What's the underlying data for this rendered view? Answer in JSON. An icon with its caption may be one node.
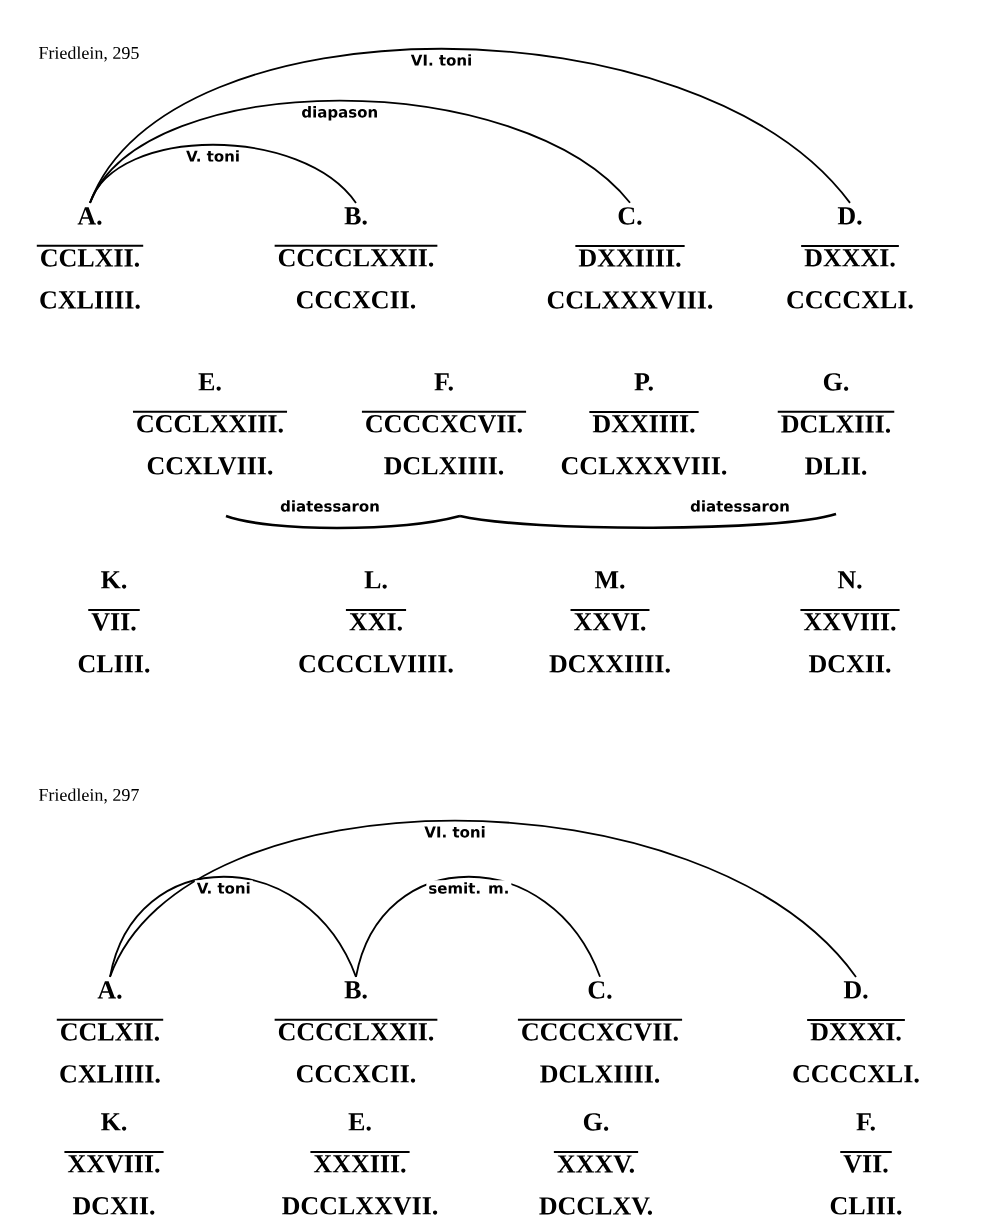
{
  "diagram": {
    "nodes": [
      {
        "text": [
          "A.",
          "CCLXII.",
          "CXLIIII."
        ]
      },
      {
        "text": [
          "B.",
          "CCCCLXXII.",
          "CCCXCII."
        ]
      },
      {
        "text": [
          "C.",
          "DXXIIII.",
          "CCLXXXVIII."
        ]
      },
      {
        "text": [
          "D.",
          "DXXXI.",
          "CCCCXLI."
        ]
      },
      {
        "text": [
          "E.",
          "CCCLXXIII.",
          "CCXLVIII."
        ]
      },
      {
        "text": [
          "F.",
          "CCCCXCVII.",
          "DCLXIIII."
        ]
      },
      {
        "text": [
          "P.",
          "DXXIIII.",
          "CCLXXXVIII."
        ]
      },
      {
        "text": [
          "G.",
          "DCLXIII.",
          "DLII."
        ]
      },
      {
        "text": [
          "K.",
          "VII.",
          "CLIII."
        ]
      },
      {
        "text": [
          "L.",
          "XXI.",
          "CCCCLVIIII."
        ]
      },
      {
        "text": [
          "M.",
          "XXVI.",
          "DCXXIIII."
        ]
      },
      {
        "text": [
          "N.",
          "XXVIII.",
          "DCXII."
        ]
      },
      {
        "text": [
          "A.",
          "CCLXII.",
          "CXLIIII."
        ]
      },
      {
        "text": [
          "B.",
          "CCCCLXXII.",
          "CCCXCII."
        ]
      },
      {
        "text": [
          "C.",
          "CCCCXCVII.",
          "DCLXIIII."
        ]
      },
      {
        "text": [
          "D.",
          "DXXXI.",
          "CCCCXLI."
        ]
      },
      {
        "text": [
          "K.",
          "XXVIII.",
          "DCXII."
        ]
      },
      {
        "text": [
          "E.",
          "XXXIII.",
          "DCCLXXVII."
        ]
      },
      {
        "text": [
          "G.",
          "XXXV.",
          "DCCLXV."
        ]
      },
      {
        "text": [
          "F.",
          "VII.",
          "CLIII."
        ]
      }
    ],
    "edges": [
      {
        "from": 0,
        "to": 3,
        "arrow": "none",
        "label": "VI. toni"
      },
      {
        "from": 0,
        "to": 2,
        "arrow": "none",
        "label": "diapason"
      },
      {
        "from": 0,
        "to": 1,
        "arrow": "none",
        "label": "V. toni"
      },
      {
        "from": 12,
        "to": 15,
        "arrow": "none",
        "label": "VI. toni"
      },
      {
        "from": 12,
        "to": 13,
        "arrow": "none",
        "label": "V. toni"
      },
      {
        "from": 13,
        "to": 14,
        "arrow": "none",
        "label": "semit. m."
      }
    ],
    "labels": [
      "Friedlein, 295",
      "diatessaron",
      "diatessaron",
      "Friedlein, 297"
    ]
  }
}
